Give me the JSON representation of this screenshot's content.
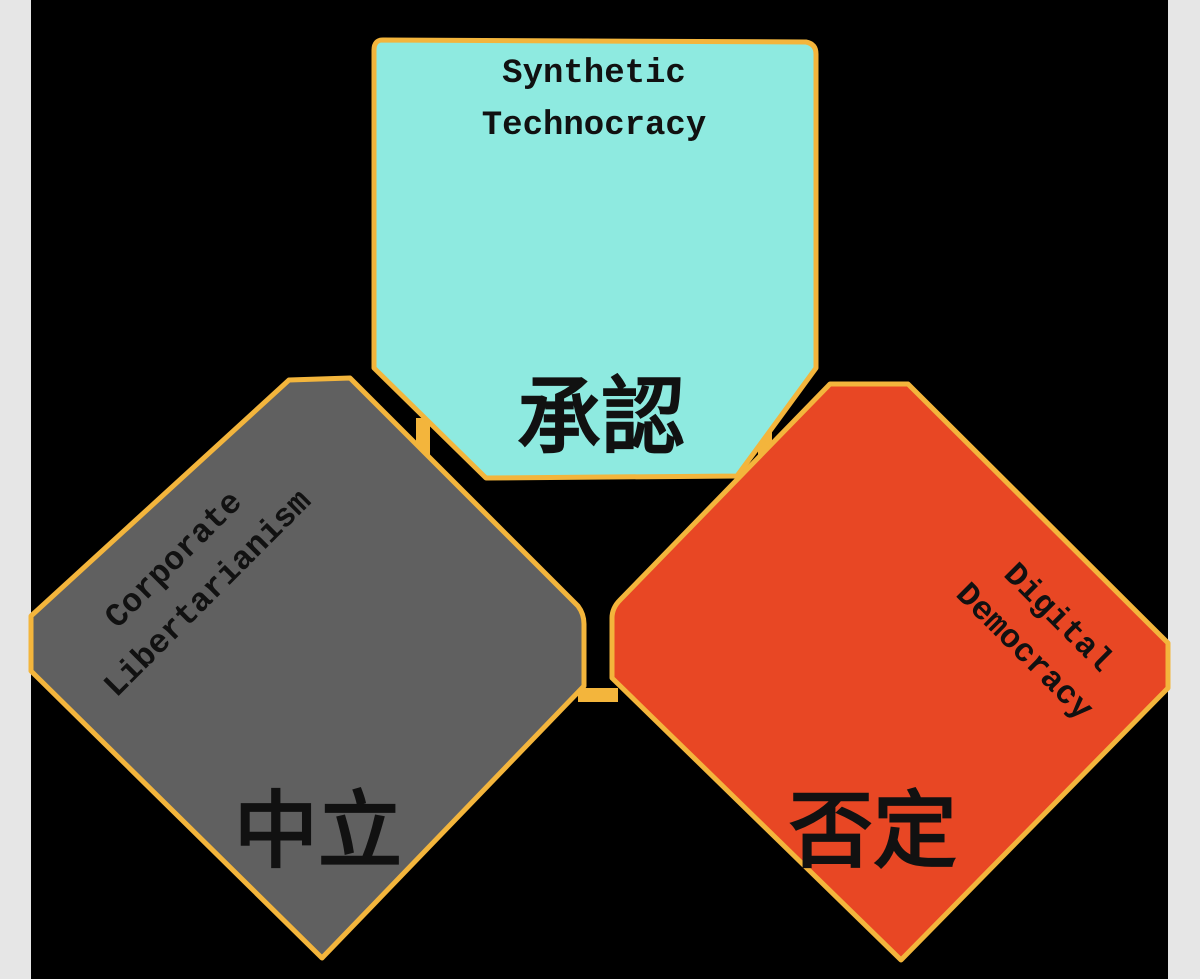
{
  "colors": {
    "frame": "#e6e6e6",
    "background": "#000000",
    "border": "#f3b53c",
    "top_fill": "#8eeae0",
    "left_fill": "#606060",
    "right_fill": "#e84724",
    "label_text": "#111111"
  },
  "nodes": {
    "top": {
      "label_line1": "Synthetic",
      "label_line2": "Technocracy",
      "kanji": "承認"
    },
    "left": {
      "label_line1": "Corporate",
      "label_line2": "Libertarianism",
      "kanji": "中立"
    },
    "right": {
      "label_line1": "Digital",
      "label_line2": "Democracy",
      "kanji": "否定"
    }
  },
  "connectors": [
    "top-left",
    "top-right",
    "left-right"
  ]
}
